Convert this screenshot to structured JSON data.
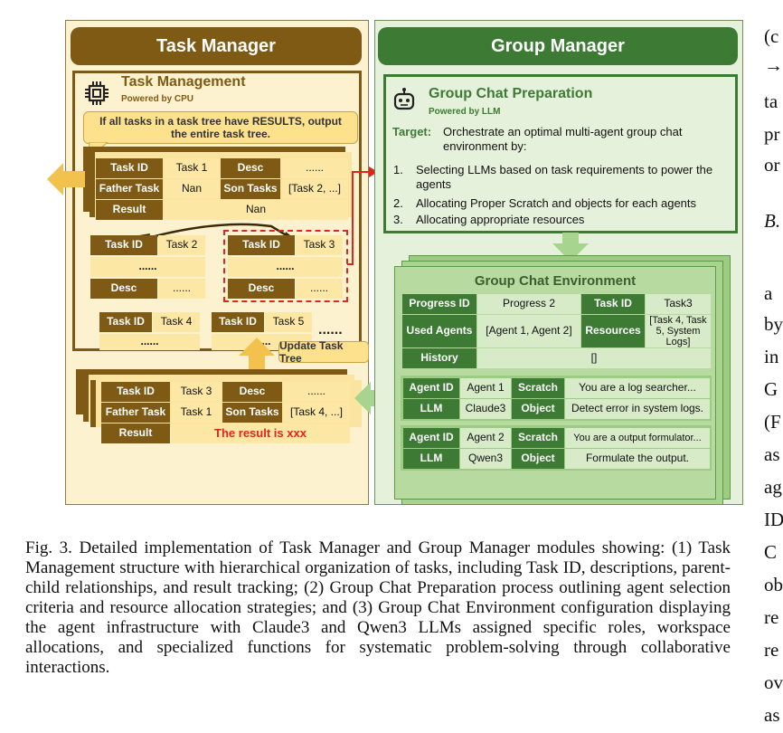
{
  "task_manager": {
    "title": "Task Manager",
    "management_title": "Task Management",
    "powered": "Powered by CPU",
    "callout": "If all tasks in a task tree have RESULTS, output the entire task tree.",
    "update_label": "Update Task Tree",
    "root": {
      "task_id_label": "Task ID",
      "task_id": "Task 1",
      "desc_label": "Desc",
      "desc": "......",
      "father_label": "Father Task",
      "father": "Nan",
      "son_label": "Son Tasks",
      "son": "[Task 2, ...]",
      "result_label": "Result",
      "result": "Nan"
    },
    "task2": {
      "task_id_label": "Task ID",
      "task_id": "Task 2",
      "dots": "......",
      "desc_label": "Desc",
      "desc": "......"
    },
    "task3": {
      "task_id_label": "Task ID",
      "task_id": "Task 3",
      "dots": "......",
      "desc_label": "Desc",
      "desc": "......"
    },
    "task4": {
      "task_id_label": "Task ID",
      "task_id": "Task 4",
      "dots": "......"
    },
    "task5": {
      "task_id_label": "Task ID",
      "task_id": "Task 5",
      "dots": "......"
    },
    "more": "......",
    "bottom": {
      "task_id_label": "Task ID",
      "task_id": "Task 3",
      "desc_label": "Desc",
      "desc": "......",
      "father_label": "Father Task",
      "father": "Task 1",
      "son_label": "Son Tasks",
      "son": "[Task 4, ...]",
      "result_label": "Result",
      "result": "The result is xxx"
    }
  },
  "group_manager": {
    "title": "Group Manager",
    "prep_title": "Group Chat Preparation",
    "powered": "Powered by LLM",
    "target_label": "Target:",
    "target_text": "Orchestrate an optimal multi-agent group chat environment by:",
    "items": [
      "Selecting LLMs based on task requirements to power the agents",
      "Allocating Proper Scratch and objects for each agents",
      "Allocating appropriate resources"
    ],
    "item_numbers": [
      "1.",
      "2.",
      "3."
    ],
    "env_title": "Group Chat Environment",
    "env": {
      "progress_label": "Progress ID",
      "progress": "Progress 2",
      "task_label": "Task ID",
      "task": "Task3",
      "agents_label": "Used Agents",
      "agents": "[Agent 1, Agent 2]",
      "resources_label": "Resources",
      "resources": "[Task 4, Task 5, System Logs]",
      "history_label": "History",
      "history": "[]"
    },
    "agents": [
      {
        "id_label": "Agent ID",
        "id": "Agent 1",
        "scratch_label": "Scratch",
        "scratch": "You are a log searcher...",
        "llm_label": "LLM",
        "llm": "Claude3",
        "object_label": "Object",
        "object": "Detect error in system logs."
      },
      {
        "id_label": "Agent ID",
        "id": "Agent 2",
        "scratch_label": "Scratch",
        "scratch": "You are a output formulator...",
        "llm_label": "LLM",
        "llm": "Qwen3",
        "object_label": "Object",
        "object": "Formulate the output."
      }
    ]
  },
  "caption": "Fig. 3.  Detailed implementation of Task Manager and Group Manager modules showing: (1) Task Management structure with hierarchical organization of tasks, including Task ID, descriptions, parent-child relationships, and result tracking; (2) Group Chat Preparation process outlining agent selection criteria and resource allocation strategies; and (3) Group Chat Environment configuration displaying the agent infrastructure with Claude3 and Qwen3 LLMs assigned specific roles, workspace allocations, and specialized functions for systematic problem-solving through collaborative interactions.",
  "right_column": [
    "(c",
    "→",
    "ta",
    "pr",
    "or",
    "B.",
    "a",
    "by",
    "in",
    "G",
    "(F",
    "as",
    "ag",
    "ID",
    "C",
    "ob",
    "re",
    "re",
    "ov",
    "as"
  ]
}
